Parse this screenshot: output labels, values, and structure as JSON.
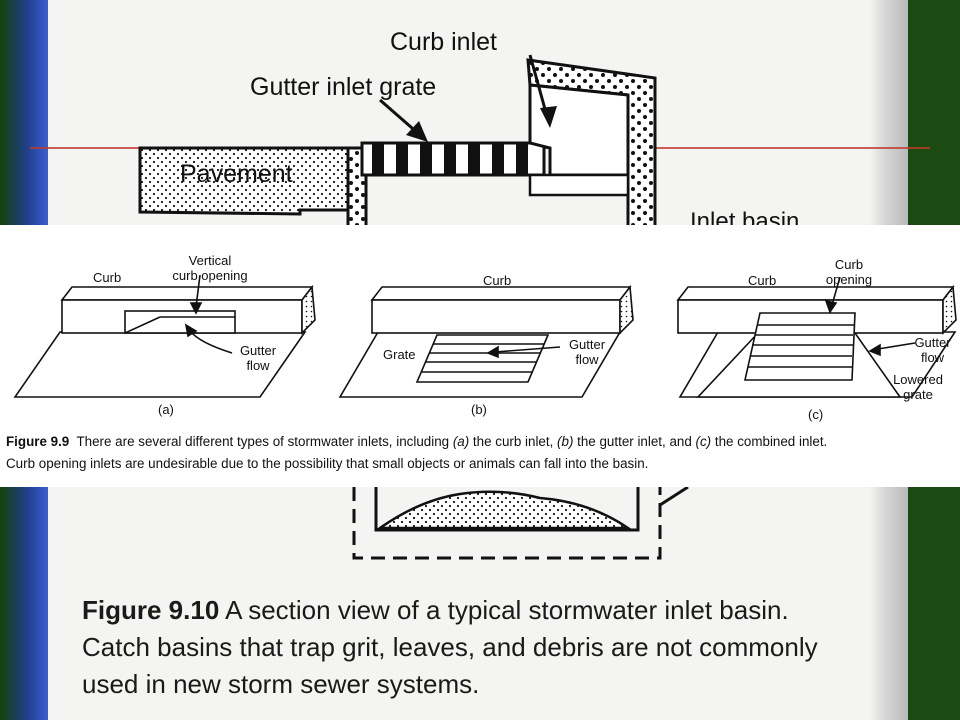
{
  "top_diagram": {
    "curb_inlet": "Curb inlet",
    "gutter_grate": "Gutter inlet grate",
    "pavement": "Pavement",
    "inlet_basin": "Inlet basin"
  },
  "figure_9_10": {
    "label": "Figure 9.10",
    "line1": "A section view of a typical stormwater inlet basin.",
    "line2": "Catch basins that trap grit, leaves, and debris are not commonly",
    "line3": "used in new storm sewer systems."
  },
  "figure_9_9": {
    "panel_a": {
      "curb": "Curb",
      "vertical_1": "Vertical",
      "vertical_2": "curb opening",
      "gutter_1": "Gutter",
      "gutter_2": "flow",
      "tag": "(a)"
    },
    "panel_b": {
      "curb": "Curb",
      "grate": "Grate",
      "gutter_1": "Gutter",
      "gutter_2": "flow",
      "tag": "(b)"
    },
    "panel_c": {
      "curb": "Curb",
      "opening_1": "Curb",
      "opening_2": "opening",
      "gutter_1": "Gutter",
      "gutter_2": "flow",
      "lowered_1": "Lowered",
      "lowered_2": "grate",
      "tag": "(c)"
    },
    "caption_label": "Figure 9.9",
    "caption_1a": "There are several different types of stormwater inlets, including ",
    "caption_1b": "(a)",
    "caption_1c": " the curb inlet, ",
    "caption_1d": "(b)",
    "caption_1e": " the gutter inlet, and ",
    "caption_1f": "(c)",
    "caption_1g": " the combined inlet.",
    "caption_2": "Curb opening inlets are undesirable due to the possibility that small objects or animals can fall into the basin."
  }
}
